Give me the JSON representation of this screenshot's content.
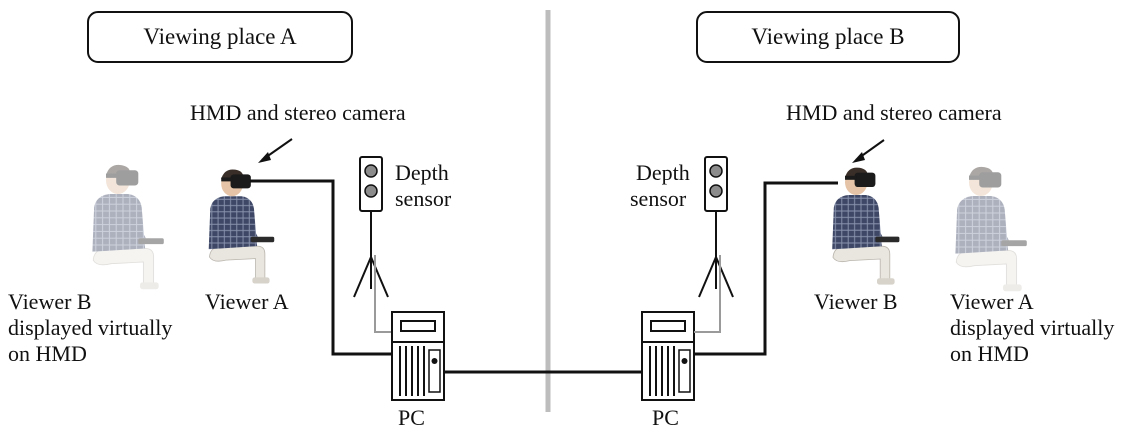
{
  "place_a": {
    "title": "Viewing place A",
    "camera_label": "HMD and stereo camera",
    "depth_line1": "Depth",
    "depth_line2": "sensor",
    "viewer": "Viewer A",
    "virtual_line1": "Viewer B",
    "virtual_line2": "displayed virtually",
    "virtual_line3": "on HMD",
    "pc": "PC"
  },
  "place_b": {
    "title": "Viewing place B",
    "camera_label": "HMD and stereo camera",
    "depth_line1": "Depth",
    "depth_line2": "sensor",
    "viewer": "Viewer B",
    "virtual_line1": "Viewer A",
    "virtual_line2": "displayed virtually",
    "virtual_line3": "on HMD",
    "pc": "PC"
  },
  "colors": {
    "line": "#111111",
    "divider": "#bdbdbd",
    "shirt_a": "#3f4b66",
    "shirt_b": "#2a3a5a",
    "ghost_opacity": 0.45
  }
}
